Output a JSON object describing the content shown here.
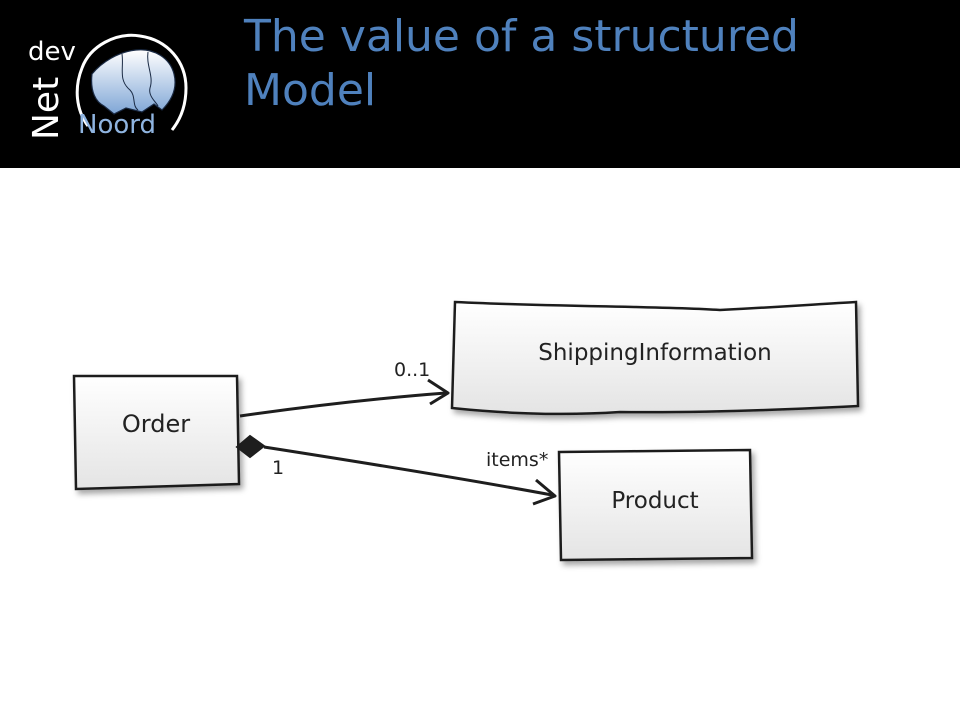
{
  "header": {
    "title": "The value of a structured Model",
    "logo": {
      "dev": "dev",
      "net": "Net",
      "noord": "Noord"
    }
  },
  "diagram": {
    "classes": {
      "order": "Order",
      "shipping": "ShippingInformation",
      "product": "Product"
    },
    "associations": {
      "order_shipping": {
        "target_multiplicity": "0..1"
      },
      "order_product": {
        "source_multiplicity": "1",
        "target_label": "items*"
      }
    }
  },
  "colors": {
    "header_background": "#000000",
    "title": "#4f81bd",
    "logo_accent": "#8fb4e0"
  }
}
